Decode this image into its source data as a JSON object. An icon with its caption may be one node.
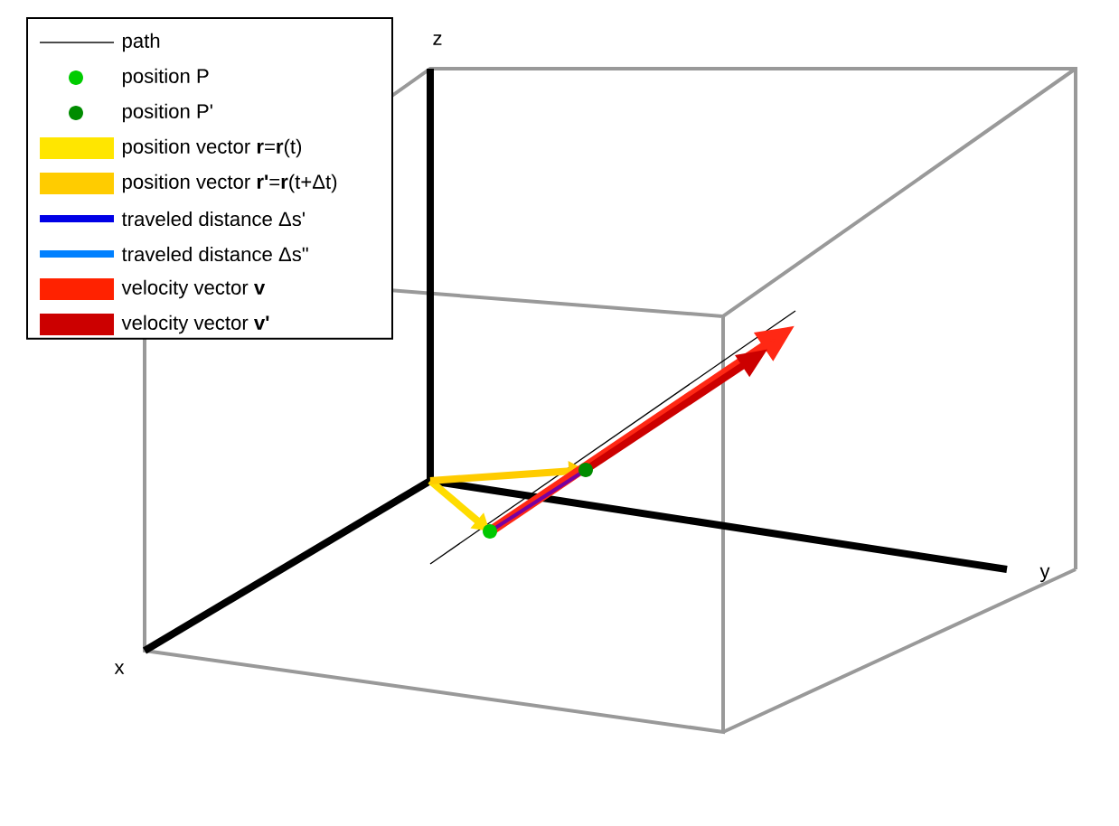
{
  "diagram": {
    "labels": [
      "z",
      "y",
      "x"
    ],
    "legend": [
      {
        "text": "path"
      },
      {
        "text": "position P"
      },
      {
        "text": "position P'"
      },
      {
        "text": "position vector **r**=**r**(t)",
        "color": "#ffe600"
      },
      {
        "text": "position vector **r'**=**r**(t+Δt)",
        "color": "#ffcc00"
      },
      {
        "text": "traveled distance Δs'"
      },
      {
        "text": "traveled distance Δs\""
      },
      {
        "text": "velocity vector **v**",
        "color": "#ff2200"
      },
      {
        "text": "velocity vector **v'**",
        "color": "#cc0000"
      }
    ]
  }
}
